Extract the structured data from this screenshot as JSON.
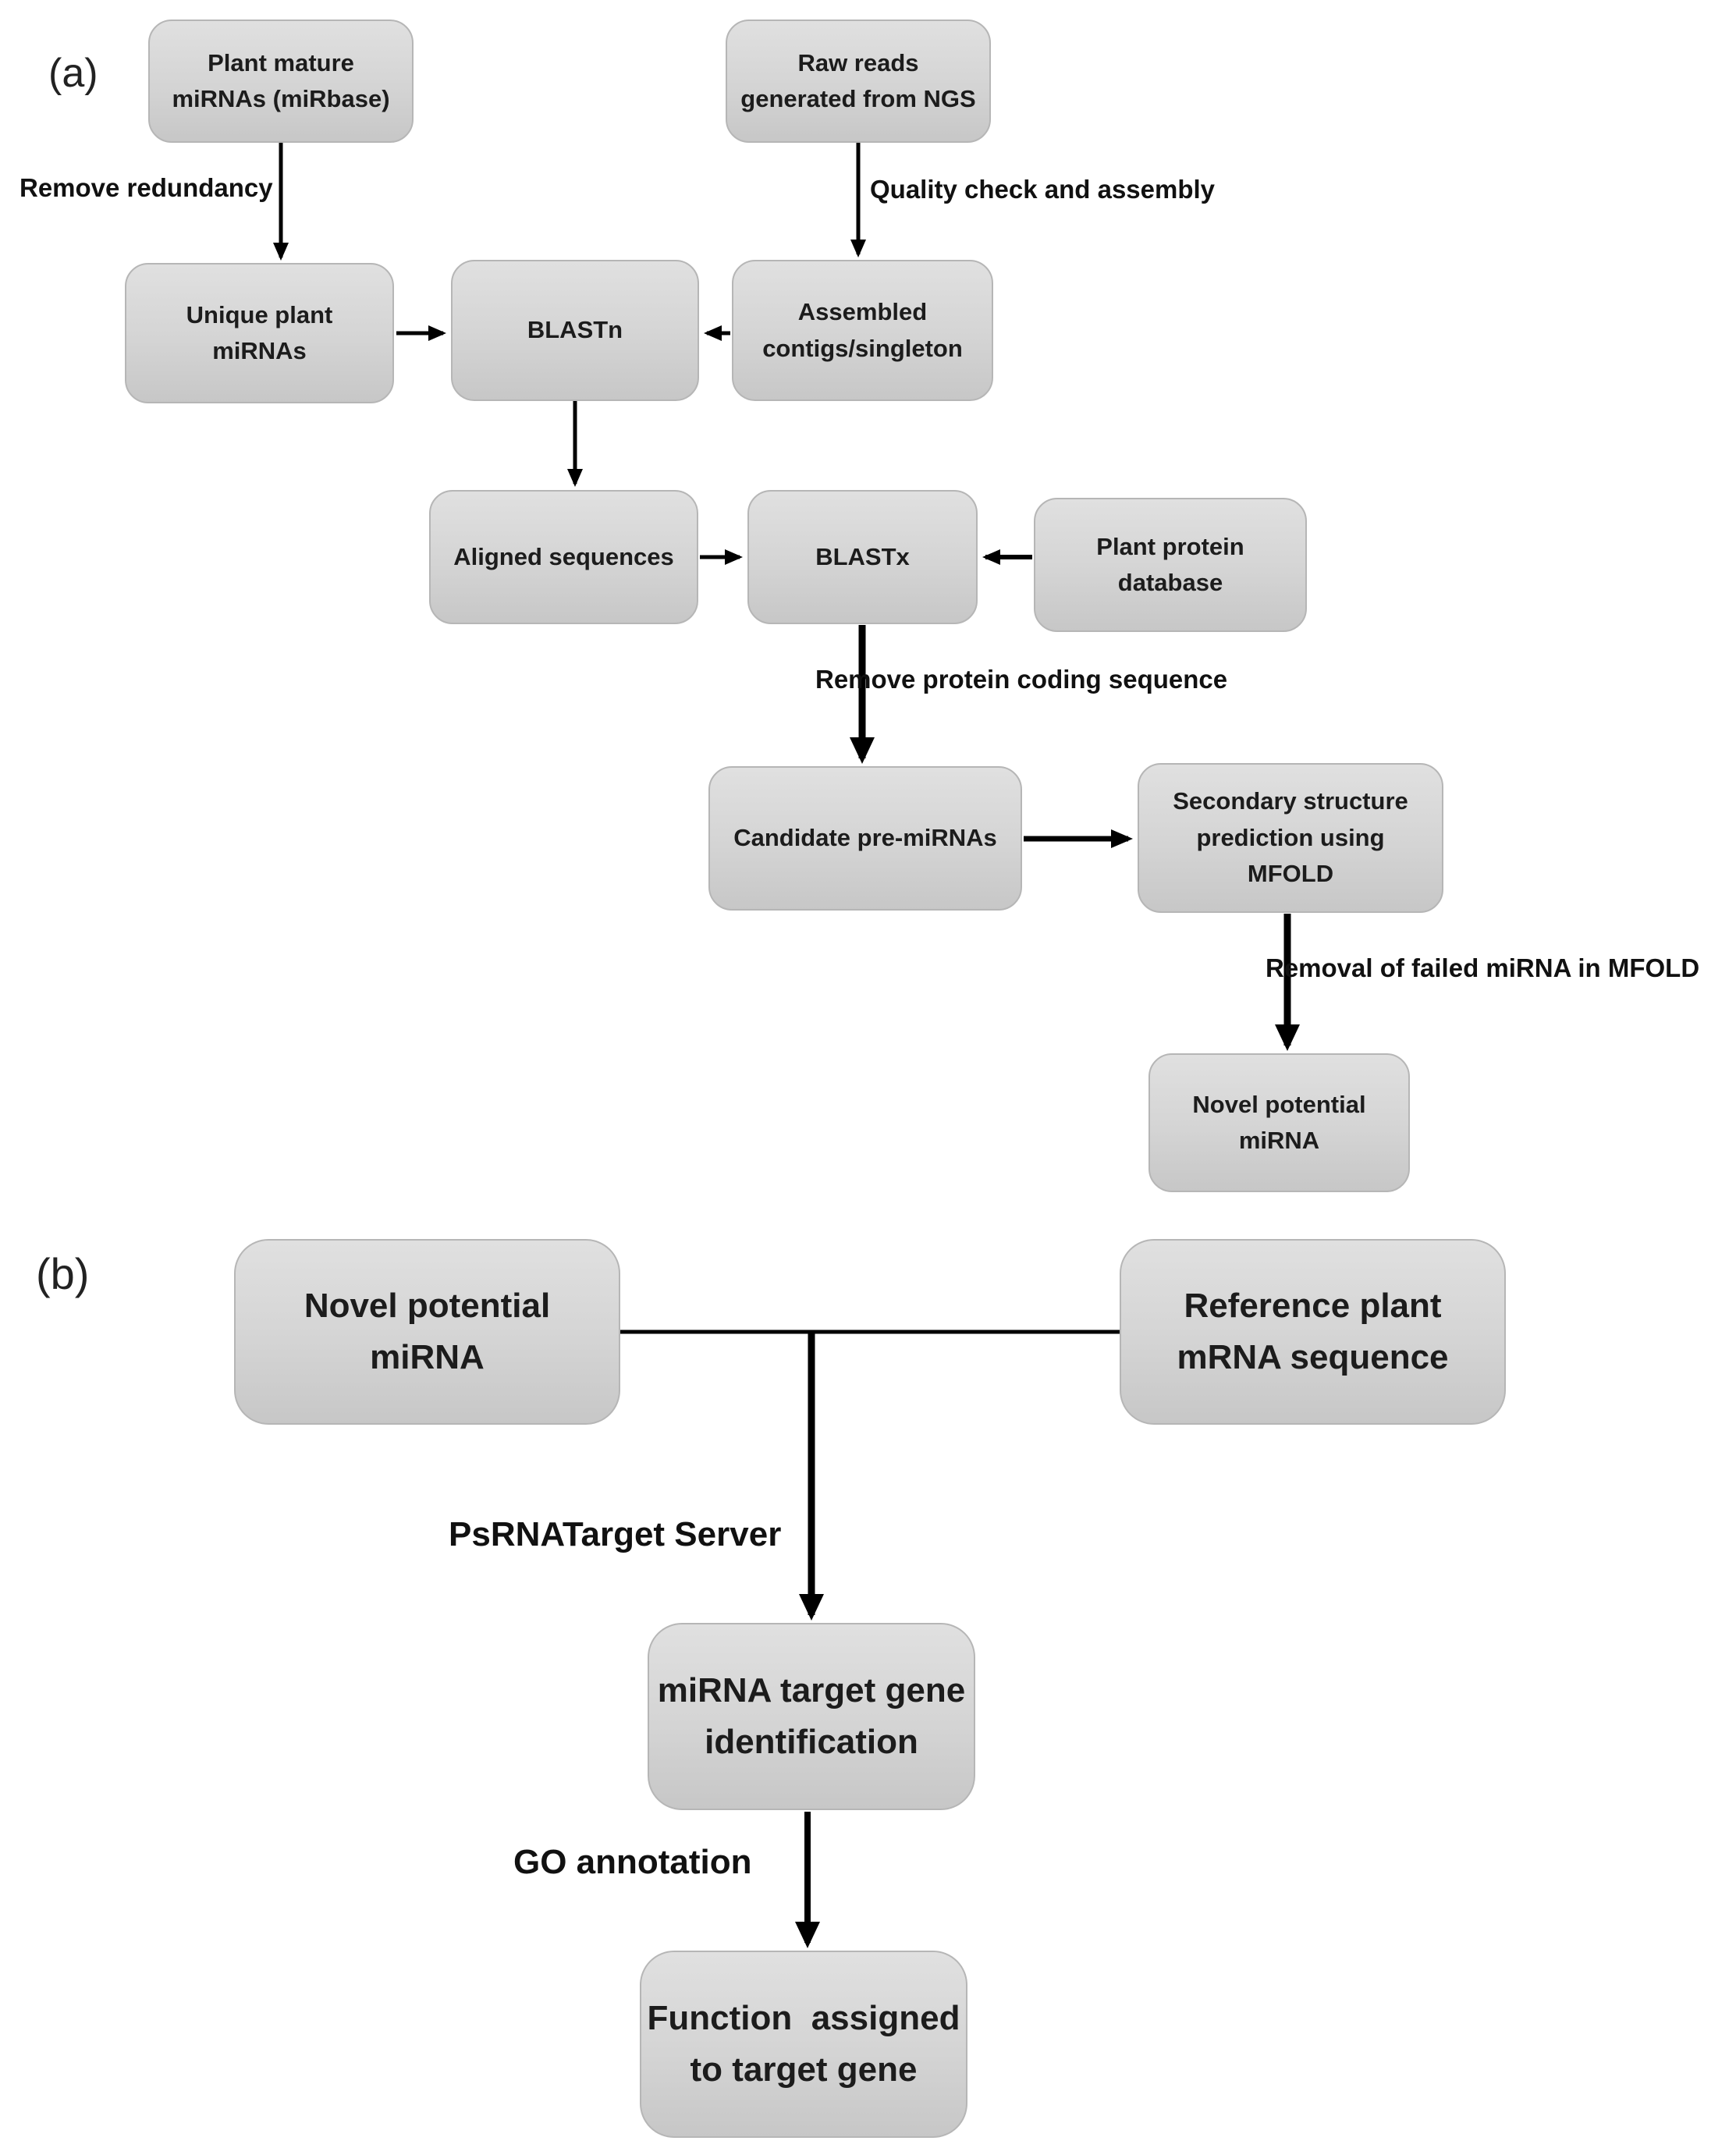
{
  "figure": {
    "panel_a_label": "(a)",
    "panel_b_label": "(b)"
  },
  "colors": {
    "background": "#ffffff",
    "box_fill_top": "#e0e0e0",
    "box_fill_bottom": "#c7c7c7",
    "box_border": "#b6b6b6",
    "text": "#1c1c1c",
    "arrow": "#000000"
  },
  "panel_a": {
    "nodes": {
      "plant_mature": {
        "label": "Plant mature\nmiRNAs (miRbase)"
      },
      "raw_reads": {
        "label": "Raw reads\ngenerated from NGS"
      },
      "unique_plant": {
        "label": "Unique plant\nmiRNAs"
      },
      "blastn": {
        "label": "BLASTn"
      },
      "assembled_contigs": {
        "label": "Assembled\ncontigs/singleton"
      },
      "aligned_sequences": {
        "label": "Aligned sequences"
      },
      "blastx": {
        "label": "BLASTx"
      },
      "plant_protein_db": {
        "label": "Plant protein\ndatabase"
      },
      "candidate_premirnas": {
        "label": "Candidate pre-miRNAs"
      },
      "secondary_structure": {
        "label": "Secondary structure\nprediction using\nMFOLD"
      },
      "novel_potential_mirna": {
        "label": "Novel potential\nmiRNA"
      }
    },
    "edge_labels": {
      "remove_redundancy": "Remove redundancy",
      "quality_check": "Quality check and assembly",
      "remove_protein_coding": "Remove protein coding sequence",
      "removal_failed_mfold": "Removal of failed miRNA in MFOLD"
    }
  },
  "panel_b": {
    "nodes": {
      "novel_potential_mirna": {
        "label": "Novel potential\nmiRNA"
      },
      "reference_mrna": {
        "label": "Reference plant\nmRNA sequence"
      },
      "target_identification": {
        "label": "miRNA target gene\nidentification"
      },
      "function_assigned": {
        "label": "Function  assigned\nto target gene"
      }
    },
    "edge_labels": {
      "psrnatarget": "PsRNATarget Server",
      "go_annotation": "GO annotation"
    }
  }
}
